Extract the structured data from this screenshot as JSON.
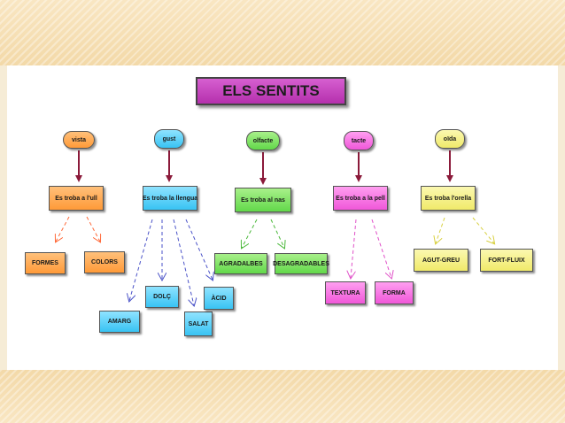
{
  "title": "ELS SENTITS",
  "senses": [
    {
      "label": "vista",
      "relation": "Es troba a l'ull",
      "items": [
        "FORMES",
        "COLORS"
      ],
      "color": "#ff9a38"
    },
    {
      "label": "gust",
      "relation": "Es troba la llengua",
      "items": [
        "AMARG",
        "DOLÇ",
        "SALAT",
        "ÀCID"
      ],
      "color": "#38c3f3"
    },
    {
      "label": "olfacte",
      "relation": "Es troba al nas",
      "items": [
        "AGRADALBES",
        "DESAGRADABLES"
      ],
      "color": "#62d84a"
    },
    {
      "label": "tacte",
      "relation": "Es troba a la pell",
      "items": [
        "TEXTURA",
        "FORMA"
      ],
      "color": "#f057d9"
    },
    {
      "label": "oïda",
      "relation": "Es troba l'orella",
      "items": [
        "AGUT-GREU",
        "FORT-FLUIX"
      ],
      "color": "#f0ea6a"
    }
  ],
  "colors": {
    "title": "#b530ad",
    "arrow_main": "#8b1a3a"
  }
}
